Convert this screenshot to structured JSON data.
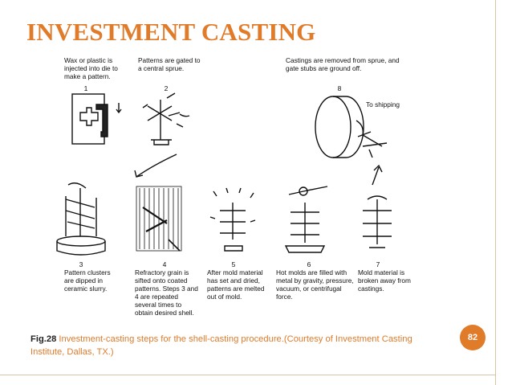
{
  "slide": {
    "title": "INVESTMENT CASTING",
    "accent_color": "#e07b2a",
    "page_number": "82"
  },
  "figure": {
    "steps": [
      {
        "num": "1",
        "text": "Wax or plastic is injected into die to make a pattern."
      },
      {
        "num": "2",
        "text": "Patterns are gated to a central sprue."
      },
      {
        "num": "3",
        "text": "Pattern clusters are dipped in ceramic slurry."
      },
      {
        "num": "4",
        "text": "Refractory grain is sifted onto coated patterns. Steps 3 and 4 are repeated several times to obtain desired shell."
      },
      {
        "num": "5",
        "text": "After mold material has set and dried, patterns are melted out of mold."
      },
      {
        "num": "6",
        "text": "Hot molds are filled with metal by gravity, pressure, vacuum, or centrifugal force."
      },
      {
        "num": "7",
        "text": "Mold material is broken away from castings."
      },
      {
        "num": "8",
        "text": "Castings are removed from sprue, and gate stubs are ground off."
      }
    ],
    "to_shipping": "To shipping"
  },
  "caption": {
    "label": "Fig.28",
    "text": " Investment-casting steps for the shell-casting procedure.(Courtesy of Investment Casting Institute, Dallas, TX.)"
  }
}
